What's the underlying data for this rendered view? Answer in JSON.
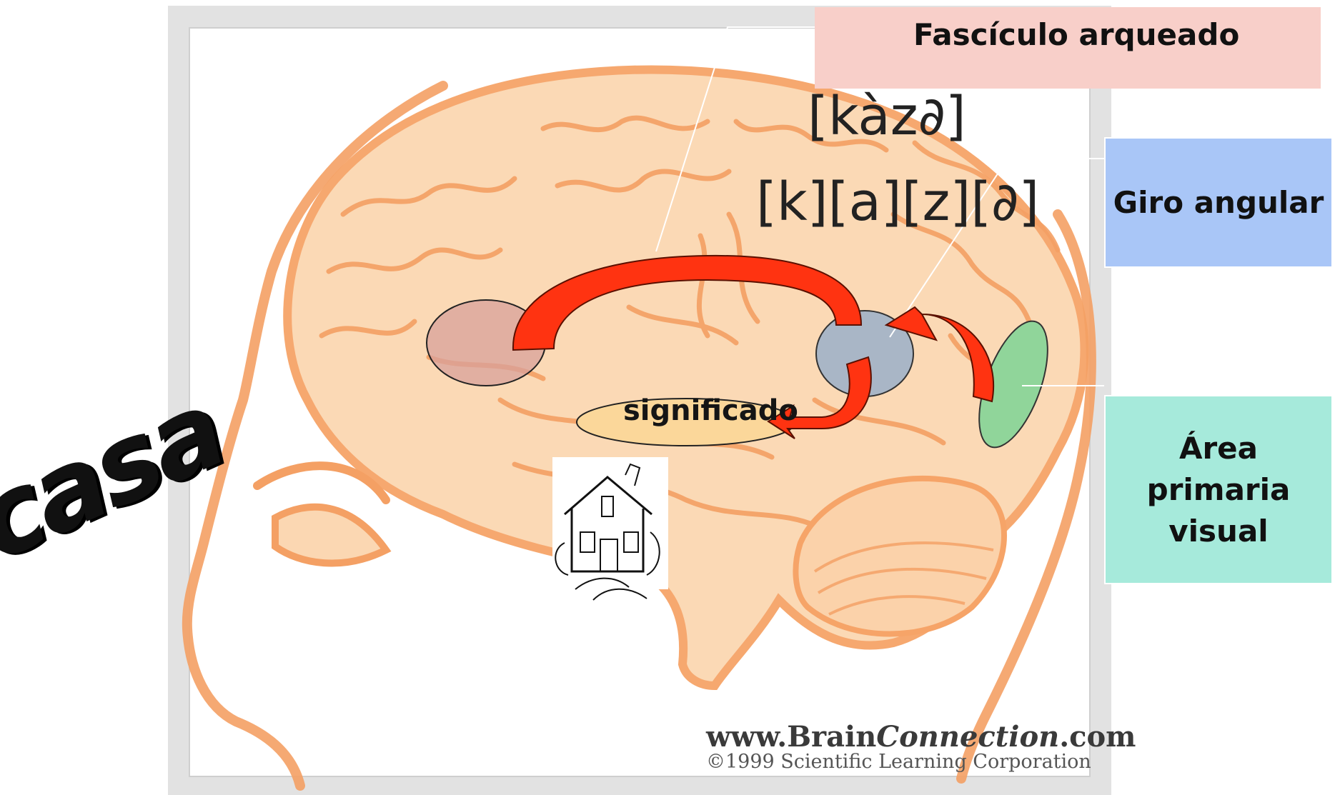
{
  "labels": {
    "fasciculo": "Fascículo arqueado",
    "giro": "Giro angular",
    "area_visual": "Área primaria visual",
    "significado": "significado",
    "word": "casa"
  },
  "phonology": {
    "whole": "[kàz∂]",
    "segments": "[k][a][z][∂]"
  },
  "watermark": {
    "site_prefix": "www.Brain",
    "site_italic": "Connection",
    "site_suffix": ".com",
    "copyright": "©1999 Scientific Learning Corporation"
  },
  "colors": {
    "brain": "#f6b47a",
    "brain_fill": "#fbd7b2",
    "arrow": "#ff3311",
    "fasciculo_box": "#f8cfc9",
    "giro_box": "#a9c6f7",
    "area_box": "#a6eadb",
    "broca_region": "#d8a09b",
    "angular_region": "#a9b6c6",
    "visual_region": "#90d59a",
    "meaning_region": "#fbd79a"
  }
}
